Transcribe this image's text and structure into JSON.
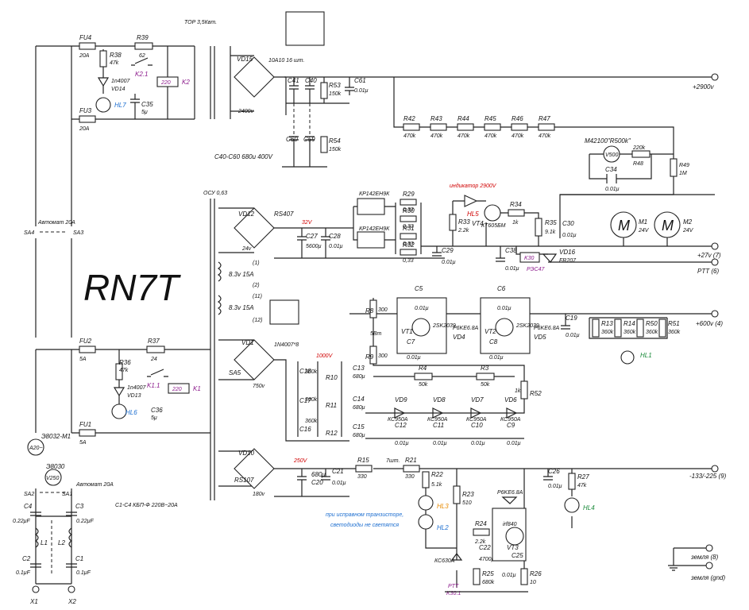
{
  "title": "RN7T",
  "notes": {
    "transformer": "TOP 3,5Квт.",
    "osu": "ОСУ 0,63",
    "caps_note": "C40-C60 680u 400V",
    "diodes_note": "10А10 16 шт.",
    "c_filter_note": "C1-C4 КБП-Ф 220В~20А",
    "indicator": "индикатор 2900V",
    "transistor_note_1": "при исправном транзисторе,",
    "transistor_note_2": "светодиоды не светятся",
    "seven": "7шт.",
    "avtomat_top": "Автомат 20А",
    "avtomat_bot": "Автомат 20А",
    "meter_label": "M42100\"R500k\""
  },
  "outputs": {
    "hv": "+2900v",
    "v27": "+27v (7)",
    "ptt": "PTT (6)",
    "v600": "+600v (4)",
    "neg": "-133/-225 (9)",
    "gnd8": "земля (8)",
    "gnd": "земля (gnd)"
  },
  "labels": {
    "fu4": "FU4",
    "fu4v": "20А",
    "fu3": "FU3",
    "fu3v": "20А",
    "fu2": "FU2",
    "fu2v": "5А",
    "fu1": "FU1",
    "fu1v": "5А",
    "r38": "R38",
    "r38v": "47k",
    "r39": "R39",
    "r39v": "62",
    "k21": "K2.1",
    "k2": "K2",
    "k2v": "220",
    "vd14": "VD14",
    "vd14v": "1n4007",
    "hl7": "HL7",
    "c35": "C35",
    "c35v": "5μ",
    "vd15": "VD15",
    "v2400": "2400v",
    "c41": "C41",
    "c40": "C40",
    "r53": "R53",
    "r53v": "150k",
    "c61": "C61",
    "c61v": "0.01μ",
    "c60": "C60",
    "c59": "C59",
    "r54": "R54",
    "r54v": "150k",
    "r42": "R42",
    "r43": "R43",
    "r44": "R44",
    "r45": "R45",
    "r46": "R46",
    "r47": "R47",
    "r470k": "470k",
    "v500": "V500",
    "r48": "R48",
    "r48v": "220k",
    "r49": "R49",
    "r49v": "1M",
    "c34": "C34",
    "c34v": "0.01μ",
    "vd12": "VD12",
    "rs407": "RS407",
    "v24": "24v",
    "v32": "32V",
    "c27": "C27",
    "c27v": "5600μ",
    "c28": "C28",
    "c28v": "0.01μ",
    "kr1": "КР142ЕН9К",
    "kr2": "КР142ЕН9К",
    "r29": "R29",
    "r30": "R30",
    "r31": "R31",
    "r32": "R32",
    "r033": "0,33",
    "c29": "C29",
    "c29v": "0.01μ",
    "hl5": "HL5",
    "r33": "R33",
    "r33v": "2.2k",
    "vt4": "VT4",
    "vt4v": "КТ605БМ",
    "r34": "R34",
    "r34v": "1k",
    "r35": "R35",
    "r35v": "9.1k",
    "c30": "C30",
    "c30v": "0.01μ",
    "c38": "C38",
    "c38v": "0.01μ",
    "k30": "K30",
    "rec47": "РЭС47",
    "vd16": "VD16",
    "fr207": "FR207",
    "m1": "M1",
    "m2": "M2",
    "m24": "24V",
    "M": "M",
    "w1": "(1)",
    "w2": "(2)",
    "w11": "(11)",
    "w12": "(12)",
    "v83": "8.3v 15A",
    "vd1": "VD1",
    "vd1v": "1N4007*8",
    "sa5": "SA5",
    "v750": "750v",
    "v1000": "1000V",
    "r8": "R8",
    "r8v": "300",
    "r9": "R9",
    "r9v": "300",
    "bhm": "5Вт",
    "c5": "C5",
    "c5v": "0.01μ",
    "c6": "C6",
    "c6v": "0.01μ",
    "vt1": "VT1",
    "vt2": "VT2",
    "k2039": "2SK2039",
    "vd4": "VD4",
    "vd5": "VD5",
    "p6ke": "P6KE6.8A",
    "c7": "C7",
    "c8": "C8",
    "r4": "R4",
    "r3": "R3",
    "v50k": "50k",
    "c19": "C19",
    "c19v": "0.01μ",
    "r13": "R13",
    "r14": "R14",
    "r50": "R50",
    "r51": "R51",
    "r360k": "360k",
    "hl1": "HL1",
    "c18": "C18",
    "c17": "C17",
    "c16": "C16",
    "r10": "R10",
    "r11": "R11",
    "r12": "R12",
    "c13": "C13",
    "c14": "C14",
    "c15": "C15",
    "c680": "680μ",
    "vd9": "VD9",
    "vd8": "VD8",
    "vd7": "VD7",
    "vd6": "VD6",
    "kc950": "КС950А",
    "c12": "C12",
    "c11": "C11",
    "c10": "C10",
    "c9": "C9",
    "r52": "R52",
    "r52v": "1k",
    "r36": "R36",
    "r36v": "47k",
    "r37": "R37",
    "r37v": "24",
    "k11": "K1.1",
    "k1": "K1",
    "k1v": "220",
    "vd13": "VD13",
    "vd13v": "1n4007",
    "hl6": "HL6",
    "c36": "C36",
    "c36v": "5μ",
    "meter1": "Э8032-М1",
    "a20": "A20~",
    "meter2": "Э8030",
    "v250": "V250",
    "sa1": "SA1",
    "sa2": "SA2",
    "sa3": "SA3",
    "sa4": "SA4",
    "vd10": "VD10",
    "rs107": "RS107",
    "v180": "180v",
    "v250r": "250V",
    "c20": "C20",
    "c20v": "680μ",
    "c21": "C21",
    "c21v": "0.01μ",
    "r15": "R15",
    "r15v": "330",
    "r21": "R21",
    "r21v": "330",
    "r22": "R22",
    "r22v": "5.1k",
    "r23": "R23",
    "r23v": "510",
    "hl3": "HL3",
    "hl2": "HL2",
    "r24": "R24",
    "r24v": "2.2k",
    "c22": "C22",
    "c22v": "4700p",
    "kc630": "КС630А",
    "r25": "R25",
    "r25v": "680k",
    "ptt": "PTT",
    "k301": "K30.1",
    "vd_p6": "P6KE6.8A",
    "irf": "irf840",
    "vt3": "VT3",
    "c25": "C25",
    "c25v": "0.01μ",
    "r26": "R26",
    "r26v": "10",
    "c26": "C26",
    "c26v": "0.01μ",
    "r27": "R27",
    "r27v": "47k",
    "hl4": "HL4",
    "c4": "C4",
    "c4v": "0.22μF",
    "c3": "C3",
    "c3v": "0.22μF",
    "c2": "C2",
    "c2v": "0.1μF",
    "c1": "C1",
    "c1v": "0.1μF",
    "l1": "L1",
    "l2": "L2",
    "x1": "X1",
    "x2": "X2"
  },
  "colors": {
    "red": "#d00000",
    "blue": "#1e6fd0",
    "orange": "#e88a00",
    "green": "#1a8a3a",
    "purple": "#8b1a8b"
  }
}
